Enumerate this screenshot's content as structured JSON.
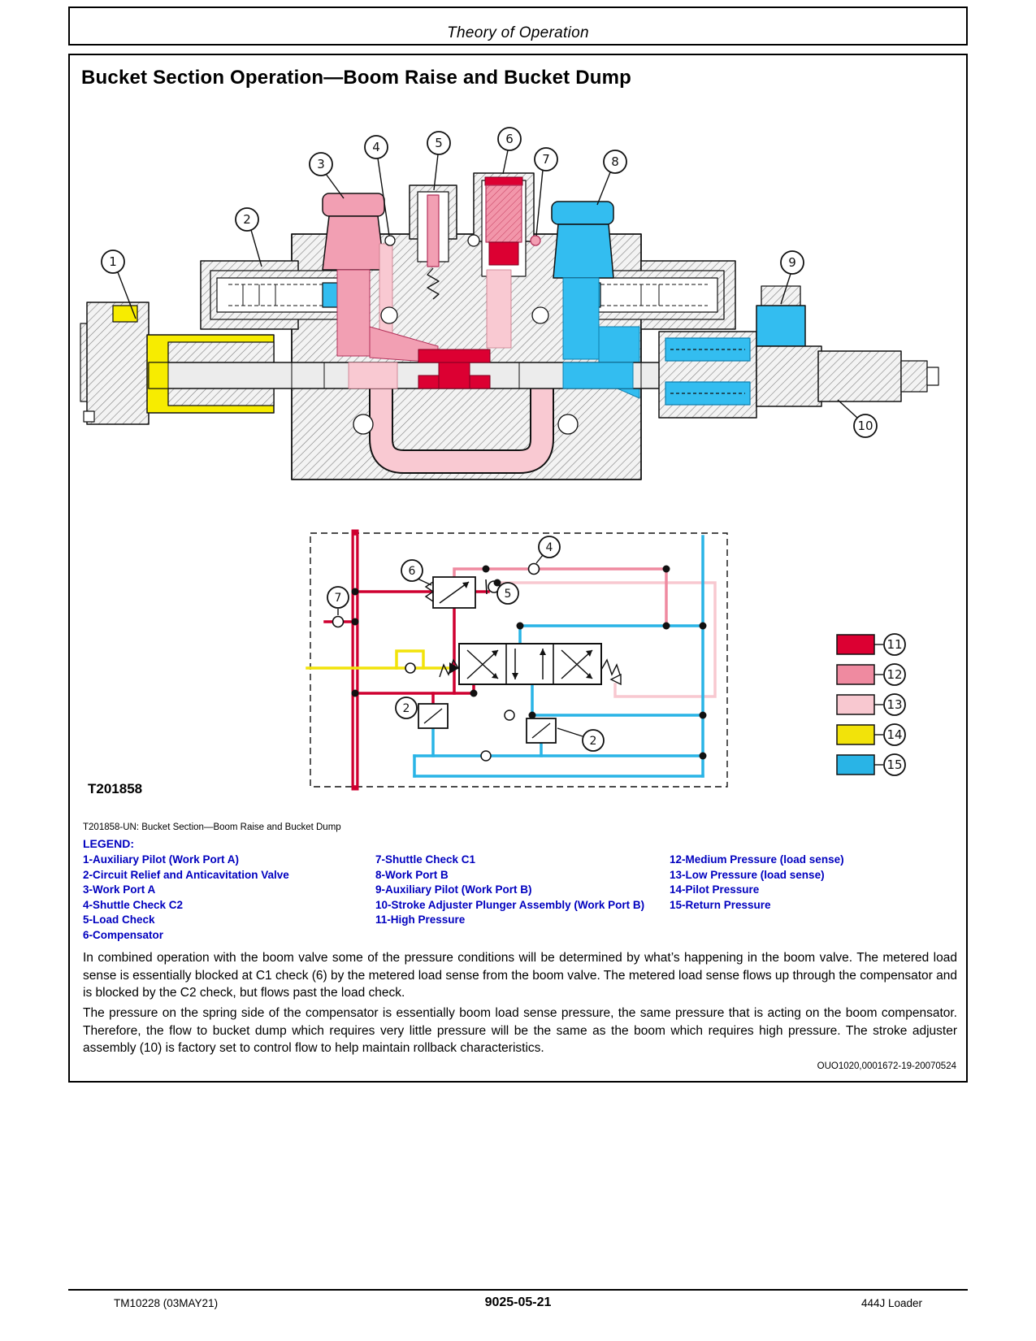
{
  "page": {
    "header_title": "Theory of Operation",
    "section_title": "Bucket Section Operation—Boom Raise and Bucket Dump",
    "figure_id": "T201858",
    "figure_caption": "T201858-UN: Bucket Section—Boom Raise and Bucket Dump",
    "legend_title": "LEGEND:",
    "doc_ref": "OUO1020,0001672-19-20070524",
    "footer_left": "TM10228 (03MAY21)",
    "footer_center": "9025-05-21",
    "footer_right": "444J Loader",
    "paragraphs": [
      "In combined operation with the boom valve some of the pressure conditions will be determined by what’s happening in the boom valve. The metered load sense is essentially blocked at C1 check (6) by the metered load sense from the boom valve. The metered load sense flows up through the compensator and is blocked by the C2 check, but flows past the load check.",
      "The pressure on the spring side of the compensator is essentially boom load sense pressure, the same pressure that is acting on the boom compensator. Therefore, the flow to bucket dump which requires very little pressure will be the same as the boom which requires high pressure. The stroke adjuster assembly (10) is factory set to control flow to help maintain rollback characteristics."
    ]
  },
  "legend": {
    "col1": [
      "1-Auxiliary Pilot (Work Port A)",
      "2-Circuit Relief and Anticavitation Valve",
      "3-Work Port A",
      "4-Shuttle Check C2",
      "5-Load Check",
      "6-Compensator"
    ],
    "col2": [
      "7-Shuttle Check C1",
      "8-Work Port B",
      "9-Auxiliary Pilot (Work Port B)",
      "10-Stroke Adjuster Plunger Assembly (Work Port B)",
      "11-High Pressure"
    ],
    "col3": [
      "12-Medium Pressure (load sense)",
      "13-Low Pressure (load sense)",
      "14-Pilot Pressure",
      "15-Return Pressure"
    ]
  },
  "colors": {
    "high_pressure": "#dc0032",
    "medium_pressure": "#ef8aa0",
    "low_pressure": "#f8c8d0",
    "pilot_pressure": "#f2e30a",
    "return_pressure": "#29b4e6",
    "legend_text": "#0000bf"
  },
  "color_legend": [
    {
      "num": "11",
      "color": "#dc0032"
    },
    {
      "num": "12",
      "color": "#ef8aa0"
    },
    {
      "num": "13",
      "color": "#f8c8d0"
    },
    {
      "num": "14",
      "color": "#f2e30a"
    },
    {
      "num": "15",
      "color": "#29b4e6"
    }
  ],
  "xsec_callouts": [
    "1",
    "2",
    "3",
    "4",
    "5",
    "6",
    "7",
    "8",
    "9",
    "10"
  ],
  "schem_callouts": [
    "4",
    "5",
    "6",
    "7",
    "2",
    "2"
  ]
}
